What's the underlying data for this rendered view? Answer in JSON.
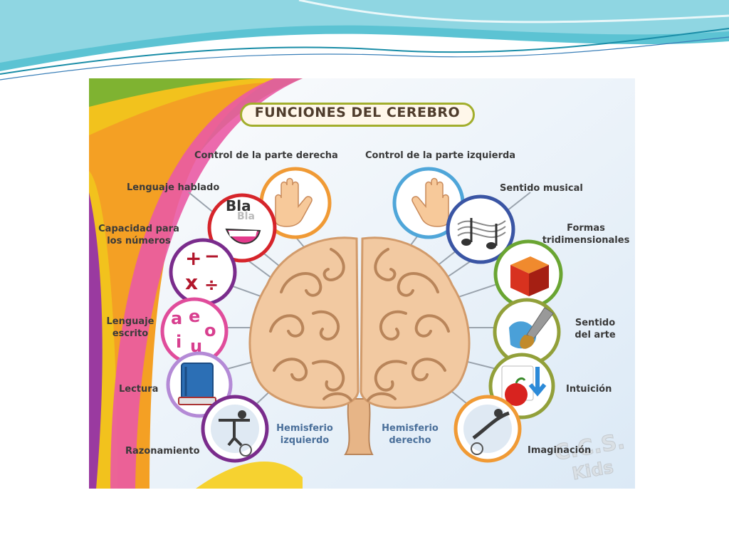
{
  "title": "FUNCIONES DEL CEREBRO",
  "labels": {
    "left": {
      "control_derecha": "Control de la parte derecha",
      "lenguaje_hablado": "Lenguaje hablado",
      "capacidad_numeros_1": "Capacidad para",
      "capacidad_numeros_2": "los números",
      "lenguaje_escrito_1": "Lenguaje",
      "lenguaje_escrito_2": "escrito",
      "lectura": "Lectura",
      "razonamiento": "Razonamiento"
    },
    "right": {
      "control_izquierda": "Control de la parte izquierda",
      "sentido_musical": "Sentido musical",
      "formas_1": "Formas",
      "formas_2": "tridimensionales",
      "sentido_arte_1": "Sentido",
      "sentido_arte_2": "del arte",
      "intuicion": "Intuición",
      "imaginacion": "Imaginación"
    },
    "hemisferio_izquierdo_1": "Hemisferio",
    "hemisferio_izquierdo_2": "izquierdo",
    "hemisferio_derecho_1": "Hemisferio",
    "hemisferio_derecho_2": "derecho"
  },
  "icons": {
    "bla_1": "Bla",
    "bla_2": "Bla",
    "math_plus": "+",
    "math_minus": "−",
    "math_times": "x",
    "math_divide": "÷",
    "vowel_a": "a",
    "vowel_e": "e",
    "vowel_o": "o",
    "vowel_i": "i",
    "vowel_u": "u"
  },
  "watermark": {
    "line1": "C.C.S.",
    "line2": "Kids"
  },
  "colors": {
    "brain": "#f2c9a1",
    "brain_swirl": "#b9855a",
    "ring_orange": "#f09a35",
    "ring_red": "#d6252b",
    "ring_purple": "#7a2c8c",
    "ring_pink": "#e04c9b",
    "ring_lavender": "#b48ad6",
    "ring_blue": "#4fa6d9",
    "ring_navy": "#3a55a4",
    "ring_green": "#6aa532",
    "ring_olive": "#92a03a",
    "title_border": "#a2ae2c"
  }
}
